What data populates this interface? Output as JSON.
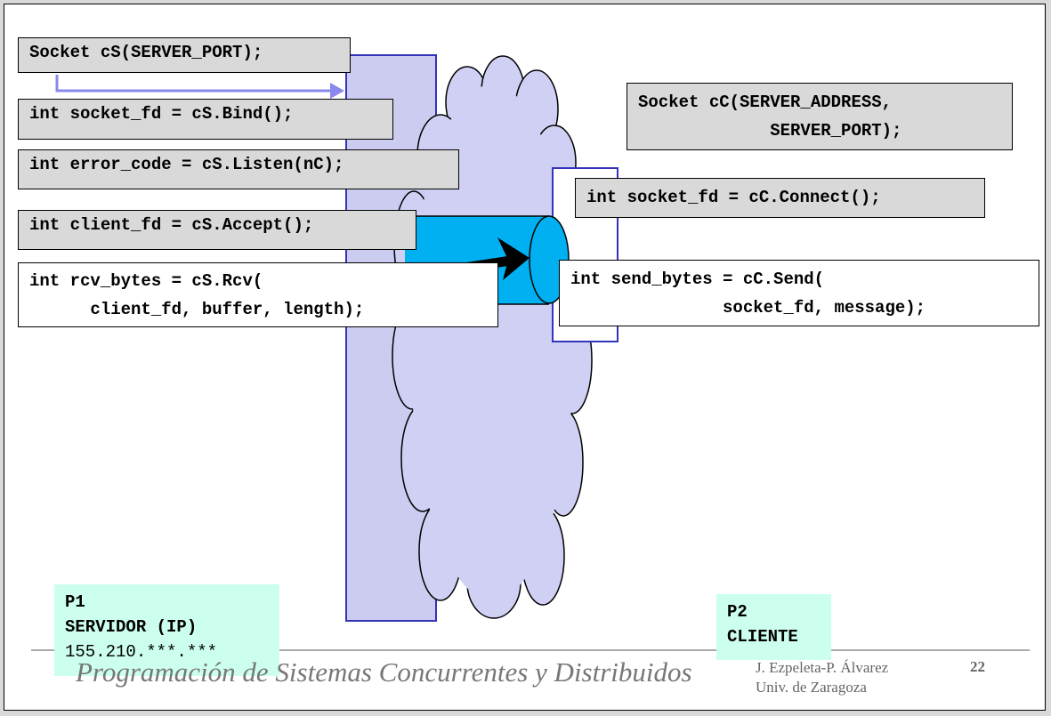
{
  "server": {
    "lines": [
      "Socket cS(SERVER_PORT);",
      "int socket_fd = cS.Bind();",
      "int error_code = cS.Listen(nC);",
      "int client_fd = cS.Accept();",
      "int rcv_bytes = cS.Rcv(\n      client_fd, buffer, length);"
    ],
    "process_label": "P1",
    "role_label": "SERVIDOR (IP)",
    "ip_address": "155.210.***.***"
  },
  "client": {
    "lines": [
      "Socket cC(SERVER_ADDRESS,\n             SERVER_PORT);",
      "int socket_fd = cC.Connect();",
      "int send_bytes = cC.Send(\n               socket_fd, message);"
    ],
    "process_label": "P2",
    "role_label": "CLIENTE"
  },
  "footer": {
    "course_title": "Programación de Sistemas Concurrentes y Distribuidos",
    "authors": "J. Ezpeleta-P. Álvarez\nUniv. de Zaragoza",
    "page_number": "22"
  },
  "colors": {
    "code_box_fill": "#d9d9d9",
    "socket_column_fill": "#ccccf0",
    "socket_column_stroke": "#3333bb",
    "cloud_fill": "#d0d0f4",
    "pipe_fill": "#00b0f0",
    "process_label_fill": "#ccffee",
    "arrow_color": "#8888ee"
  }
}
